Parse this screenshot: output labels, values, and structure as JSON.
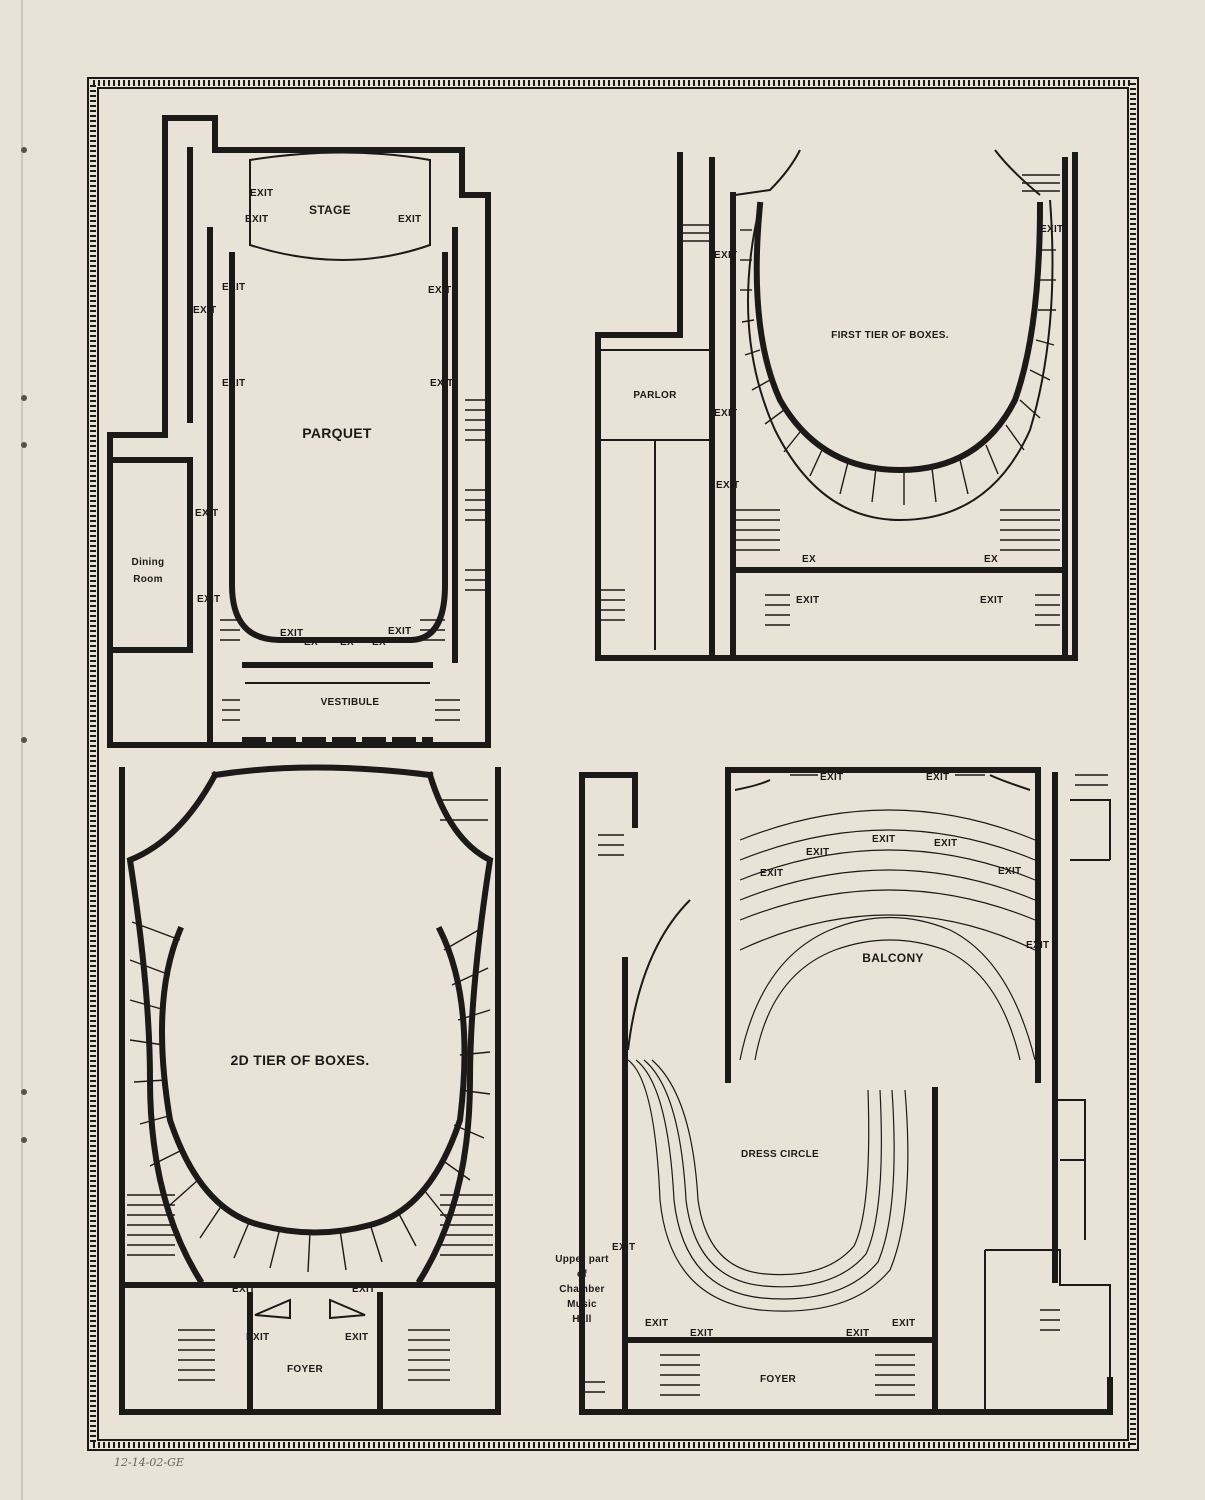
{
  "plans": {
    "parquet": {
      "stage": "STAGE",
      "hall": "PARQUET",
      "vestibule": "VESTIBULE",
      "dining_room": [
        "Dining",
        "Room"
      ],
      "exit": "EXIT",
      "ex": "EX"
    },
    "first_tier": {
      "title": "FIRST TIER OF BOXES.",
      "parlor": "PARLOR",
      "exit": "EXIT",
      "ex": "EX"
    },
    "second_tier": {
      "title": "2D TIER OF BOXES.",
      "foyer": "FOYER",
      "exit": "EXIT"
    },
    "balcony": {
      "balcony": "BALCONY",
      "dress_circle": "DRESS CIRCLE",
      "foyer": "FOYER",
      "exit": "EXIT",
      "chamber_note": [
        "Upper part",
        "of",
        "Chamber",
        "Music",
        "Hall"
      ]
    }
  },
  "catalog_note": "12-14-02-GE"
}
